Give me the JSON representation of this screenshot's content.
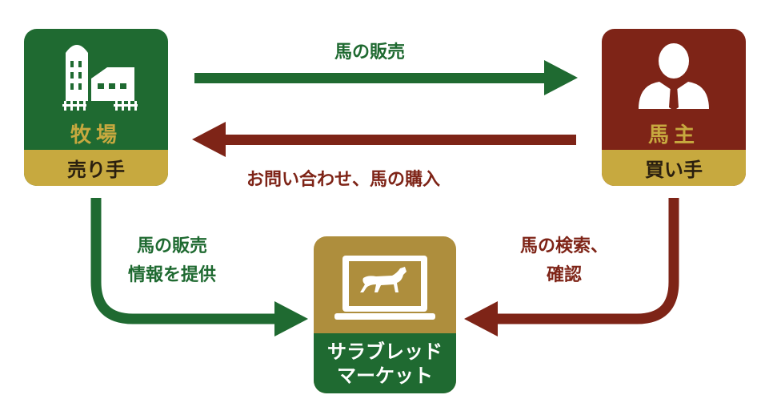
{
  "nodes": {
    "farm": {
      "title": "牧場",
      "role": "売り手"
    },
    "owner": {
      "title": "馬主",
      "role": "買い手"
    },
    "market": {
      "line1": "サラブレッド",
      "line2": "マーケット"
    }
  },
  "edges": {
    "farm_to_owner": "馬の販売",
    "owner_to_farm": "お問い合わせ、馬の購入",
    "farm_to_market": {
      "line1": "馬の販売",
      "line2": "情報を提供"
    },
    "owner_to_market": {
      "line1": "馬の検索、",
      "line2": "確認"
    }
  },
  "colors": {
    "green": "#1f6a31",
    "red": "#7e2417",
    "gold": "#c7a93f",
    "market_gold": "#ae8e3d"
  },
  "icons": {
    "farm": "barn-silo-icon",
    "owner": "person-suit-icon",
    "market": "laptop-horse-icon"
  }
}
